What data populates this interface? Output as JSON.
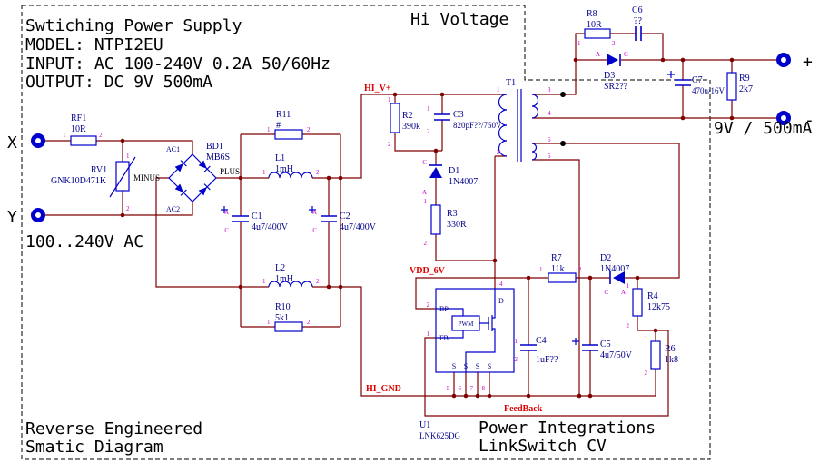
{
  "texts": {
    "title1": "Swtiching Power Supply",
    "title2": "MODEL: NTPI2EU",
    "title3": "INPUT: AC 100-240V 0.2A 50/60Hz",
    "title4": "OUTPUT: DC 9V 500mA",
    "hi_voltage": "Hi Voltage",
    "x": "X",
    "y": "Y",
    "ac_range": "100..240V AC",
    "plus": "+",
    "minus": "-",
    "rating": "9V / 500mA",
    "rev1": "Reverse Engineered",
    "rev2": "Smatic Diagram",
    "pi1": "Power Integrations",
    "pi2": "LinkSwitch CV",
    "minus_lbl": "MINUS",
    "plus_lbl": "PLUS",
    "ac1": "AC1",
    "ac2": "AC2"
  },
  "nets": {
    "hiv": "HI_V+",
    "vdd": "VDD_6V",
    "gnd": "HI_GND",
    "fb": "FeedBack"
  },
  "pin": {
    "n1": "1",
    "n2": "2",
    "n3": "3",
    "n4": "4",
    "n5": "5",
    "n6": "6",
    "n7": "7",
    "n8": "8",
    "a": "A",
    "c": "C"
  },
  "parts": {
    "rf1": {
      "r": "RF1",
      "v": "10R"
    },
    "rv1": {
      "r": "RV1",
      "v": "GNK10D471K"
    },
    "bd1": {
      "r": "BD1",
      "v": "MB6S"
    },
    "l1": {
      "r": "L1",
      "v": "1mH"
    },
    "l2": {
      "r": "L2",
      "v": "1mH"
    },
    "r11": {
      "r": "R11",
      "v": "#"
    },
    "r10": {
      "r": "R10",
      "v": "5k1"
    },
    "c1": {
      "r": "C1",
      "v": "4u7/400V"
    },
    "c2": {
      "r": "C2",
      "v": "4u7/400V"
    },
    "r2": {
      "r": "R2",
      "v": "390k"
    },
    "c3": {
      "r": "C3",
      "v": "820pF??/750V"
    },
    "d1": {
      "r": "D1",
      "v": "1N4007"
    },
    "r3": {
      "r": "R3",
      "v": "330R"
    },
    "t1": {
      "r": "T1"
    },
    "r8": {
      "r": "R8",
      "v": "10R"
    },
    "c6": {
      "r": "C6",
      "v": "??"
    },
    "d3": {
      "r": "D3",
      "v": "SR2??"
    },
    "c7": {
      "r": "C7",
      "v": "470u/16V"
    },
    "r9": {
      "r": "R9",
      "v": "2k7"
    },
    "r7": {
      "r": "R7",
      "v": "11k"
    },
    "d2": {
      "r": "D2",
      "v": "1N4007"
    },
    "r4": {
      "r": "R4",
      "v": "12k75"
    },
    "r6": {
      "r": "R6",
      "v": "1k8"
    },
    "c4": {
      "r": "C4",
      "v": "1uF??"
    },
    "c5": {
      "r": "C5",
      "v": "4u7/50V"
    },
    "u1": {
      "r": "U1",
      "v": "LNK625DG"
    }
  },
  "u1_sym": {
    "bp": "BP",
    "fb": "FB",
    "d": "D",
    "s": "S",
    "pwm": "PWM"
  },
  "colors": {
    "wire": "#800000",
    "sym": "#0000cc",
    "des": "#00008b",
    "pin": "#c800c8",
    "net": "#e00000"
  }
}
